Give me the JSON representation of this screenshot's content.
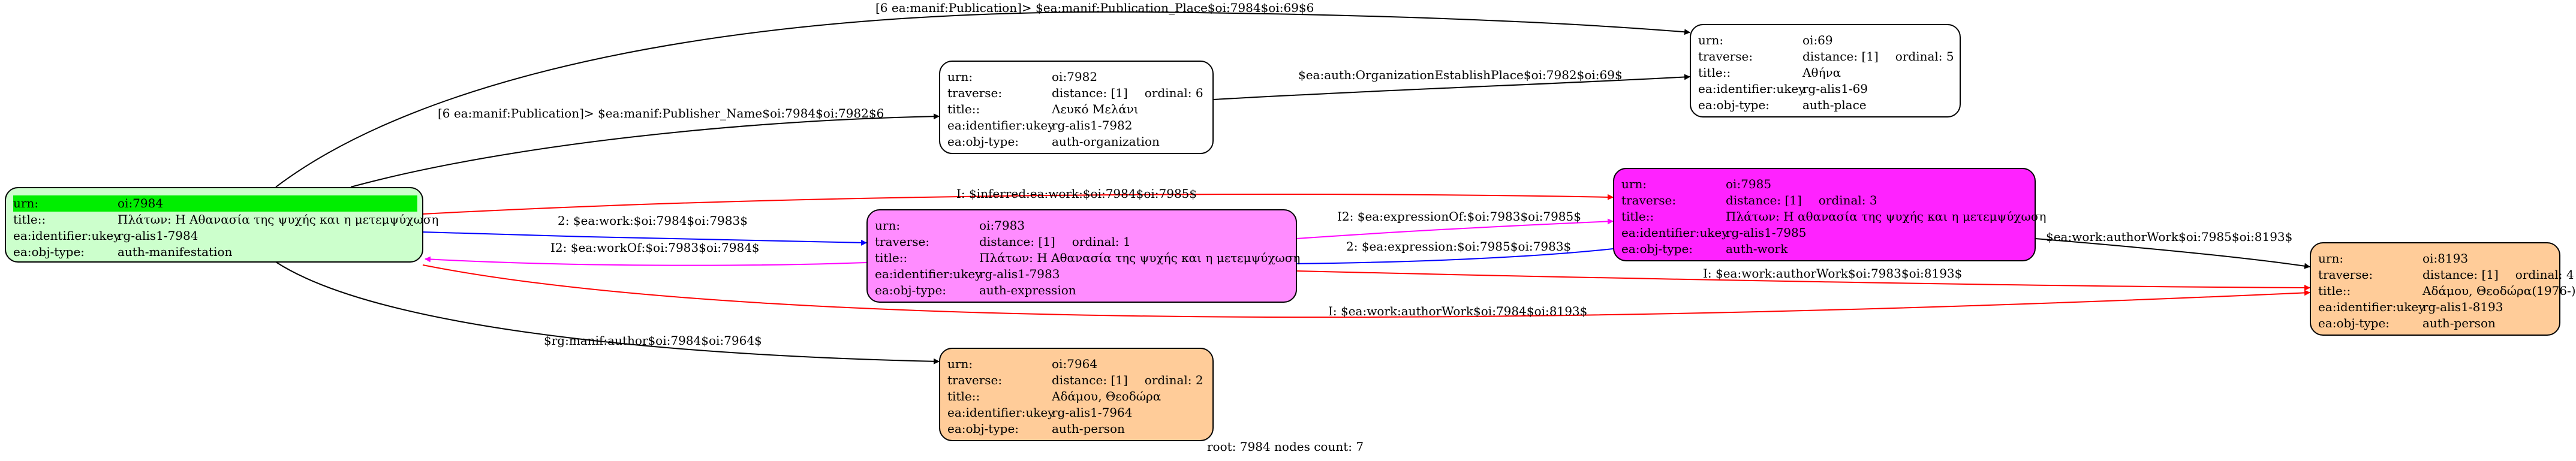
{
  "colors": {
    "manifestation": "#ccffcc",
    "root_highlight": "#00ee00",
    "expression": "#ff8cff",
    "work": "#ff22ff",
    "person": "#ffcc99",
    "organization": "#ffffff",
    "place": "#ffffff",
    "edge_black": "#000000",
    "edge_red": "#ff0000",
    "edge_blue": "#0000ff",
    "edge_magenta": "#ff00ff"
  },
  "labels": {
    "urn": "urn:",
    "traverse": "traverse:",
    "title": "title::",
    "ukey": "ea:identifier:ukey",
    "objtype": "ea:obj-type:"
  },
  "nodes": {
    "n7984": {
      "urn": "oi:7984",
      "title": "Πλάτων: Η Αθανασία της ψυχής και η μετεμψύχωση",
      "ukey": "rg-alis1-7984",
      "objtype": "auth-manifestation"
    },
    "n7982": {
      "urn": "oi:7982",
      "traverse": "distance: [1]",
      "ordinal": "ordinal: 6",
      "title": "Λευκό Μελάνι",
      "ukey": "rg-alis1-7982",
      "objtype": "auth-organization"
    },
    "n69": {
      "urn": "oi:69",
      "traverse": "distance: [1]",
      "ordinal": "ordinal: 5",
      "title": "Αθήνα",
      "ukey": "rg-alis1-69",
      "objtype": "auth-place"
    },
    "n7983": {
      "urn": "oi:7983",
      "traverse": "distance: [1]",
      "ordinal": "ordinal: 1",
      "title": "Πλάτων: Η Αθανασία της ψυχής και η μετεμψύχωση",
      "ukey": "rg-alis1-7983",
      "objtype": "auth-expression"
    },
    "n7985": {
      "urn": "oi:7985",
      "traverse": "distance: [1]",
      "ordinal": "ordinal: 3",
      "title": "Πλάτων: Η αθανασία της ψυχής και η μετεμψύχωση",
      "ukey": "rg-alis1-7985",
      "objtype": "auth-work"
    },
    "n8193": {
      "urn": "oi:8193",
      "traverse": "distance: [1]",
      "ordinal": "ordinal: 4",
      "title": "Αδάμου, Θεοδώρα(1976-)",
      "ukey": "rg-alis1-8193",
      "objtype": "auth-person"
    },
    "n7964": {
      "urn": "oi:7964",
      "traverse": "distance: [1]",
      "ordinal": "ordinal: 2",
      "title": "Αδάμου, Θεοδώρα",
      "ukey": "rg-alis1-7964",
      "objtype": "auth-person"
    }
  },
  "edges": {
    "pub_place": "[6 ea:manif:Publication]> $ea:manif:Publication_Place$oi:7984$oi:69$6",
    "pub_name": "[6 ea:manif:Publication]> $ea:manif:Publisher_Name$oi:7984$oi:7982$6",
    "org_place": "$ea:auth:OrganizationEstablishPlace$oi:7982$oi:69$",
    "inferred_work": "I: $inferred:ea:work:$oi:7984$oi:7985$",
    "work_expr": "2: $ea:work:$oi:7984$oi:7983$",
    "work_of": "I2: $ea:workOf:$oi:7983$oi:7984$",
    "expression_of": "I2: $ea:expressionOf:$oi:7983$oi:7985$",
    "expression": "2: $ea:expression:$oi:7985$oi:7983$",
    "author_work_7985": "$ea:work:authorWork$oi:7985$oi:8193$",
    "author_work_7983": "I: $ea:work:authorWork$oi:7983$oi:8193$",
    "author_work_7984": "I: $ea:work:authorWork$oi:7984$oi:8193$",
    "manif_author": "$rg:manif:author$oi:7984$oi:7964$"
  },
  "footer": "root: 7984 nodes count: 7"
}
